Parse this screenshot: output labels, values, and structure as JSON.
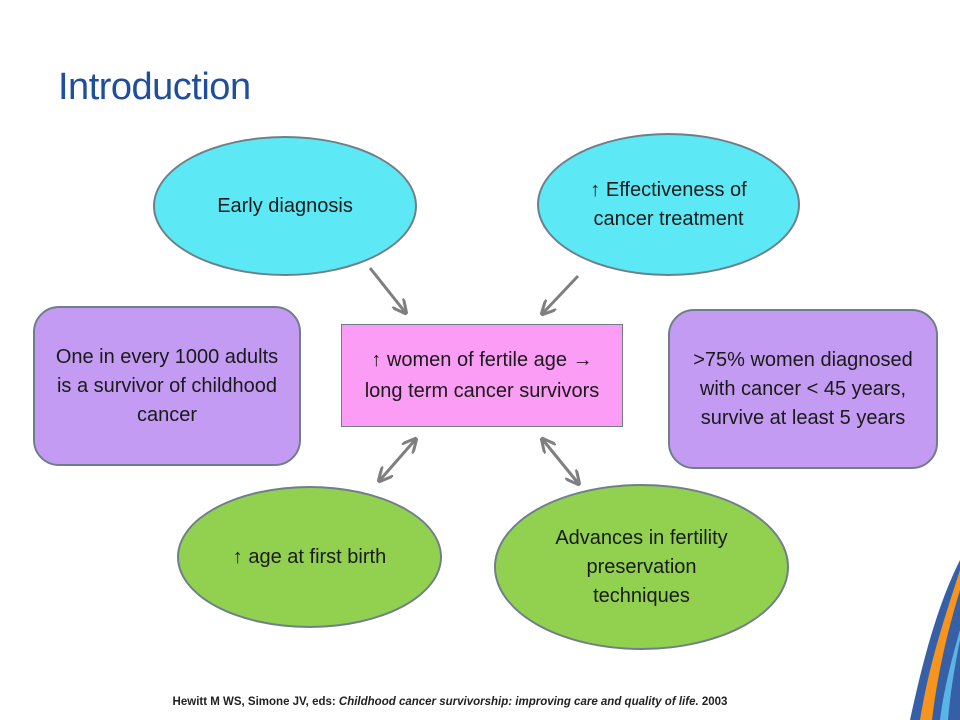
{
  "title": "Introduction",
  "nodes": {
    "early_diagnosis": "Early diagnosis",
    "effectiveness": "↑ Effectiveness of cancer treatment",
    "center": "↑ women of fertile age → long term cancer survivors",
    "one_in_1000": "One in every 1000 adults is a survivor of childhood cancer",
    "seventy_five": ">75% women diagnosed with cancer < 45 years, survive at least 5 years",
    "age_first_birth": "↑ age at first birth",
    "advances": "Advances in fertility preservation techniques"
  },
  "citation": {
    "prefix": "Hewitt M WS, Simone JV, eds: ",
    "italic": "Childhood cancer survivorship: improving care and quality of life.",
    "suffix": " 2003"
  },
  "colors": {
    "title": "#1f4e9c",
    "cyan": "#5ce8f5",
    "green": "#92d050",
    "purple": "#c39bf2",
    "pink": "#fb9cf5",
    "arrow": "#7f7f7f"
  }
}
